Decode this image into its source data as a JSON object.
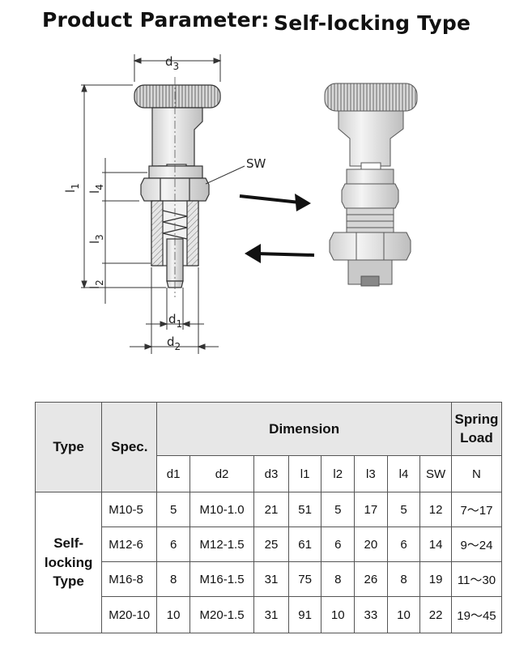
{
  "header": {
    "left_title": "Product Parameter:",
    "right_title": "Self-locking Type"
  },
  "drawing": {
    "labels": {
      "d3": "d",
      "d3_sub": "3",
      "d1": "d",
      "d1_sub": "1",
      "d2": "d",
      "d2_sub": "2",
      "l1": "l",
      "l1_sub": "1",
      "l2": "l",
      "l2_sub": "2",
      "l3": "l",
      "l3_sub": "3",
      "l4": "l",
      "l4_sub": "4",
      "sw": "SW"
    }
  },
  "table": {
    "headers": {
      "type": "Type",
      "spec": "Spec.",
      "dimension": "Dimension",
      "spring_load": "Spring Load",
      "columns": [
        "d1",
        "d2",
        "d3",
        "l1",
        "l2",
        "l3",
        "l4",
        "SW"
      ],
      "spring_unit": "N"
    },
    "type_name": "Self-locking Type",
    "rows": [
      {
        "spec": "M10-5",
        "values": [
          "5",
          "M10-1.0",
          "21",
          "51",
          "5",
          "17",
          "5",
          "12"
        ],
        "spring": "7～17"
      },
      {
        "spec": "M12-6",
        "values": [
          "6",
          "M12-1.5",
          "25",
          "61",
          "6",
          "20",
          "6",
          "14"
        ],
        "spring": "9～24"
      },
      {
        "spec": "M16-8",
        "values": [
          "8",
          "M16-1.5",
          "31",
          "75",
          "8",
          "26",
          "8",
          "19"
        ],
        "spring": "11～30"
      },
      {
        "spec": "M20-10",
        "values": [
          "10",
          "M20-1.5",
          "31",
          "91",
          "10",
          "33",
          "10",
          "22"
        ],
        "spring": "19～45"
      }
    ]
  }
}
